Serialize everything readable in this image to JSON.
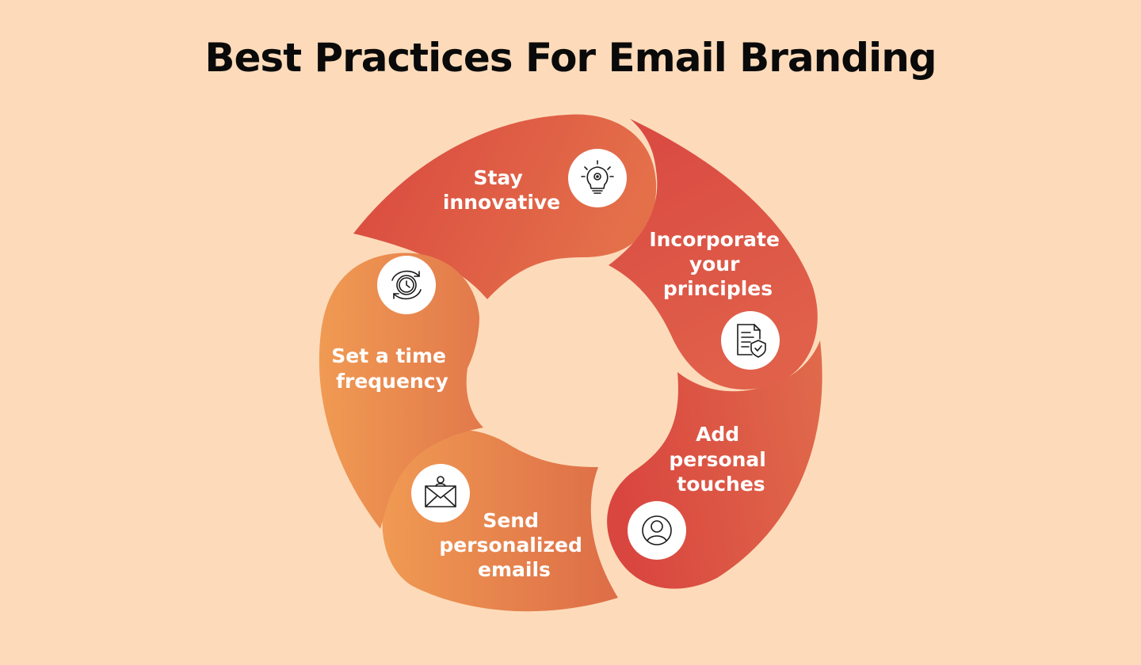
{
  "title": "Best Practices For Email Branding",
  "colors": {
    "background": "#FDDBBA",
    "segment_red": "#D94B44",
    "segment_orange": "#EF9A52",
    "text": "#FFFFFF",
    "title": "#0A0A0A"
  },
  "steps": [
    {
      "label_lines": [
        "Stay",
        "innovative"
      ],
      "icon": "lightbulb-gear-icon"
    },
    {
      "label_lines": [
        "Incorporate",
        "your",
        "principles"
      ],
      "icon": "document-shield-icon"
    },
    {
      "label_lines": [
        "Add",
        "personal",
        "touches"
      ],
      "icon": "user-circle-icon"
    },
    {
      "label_lines": [
        "Send",
        "personalized",
        "emails"
      ],
      "icon": "envelope-user-icon"
    },
    {
      "label_lines": [
        "Set a time",
        "frequency"
      ],
      "icon": "clock-cycle-icon"
    }
  ]
}
